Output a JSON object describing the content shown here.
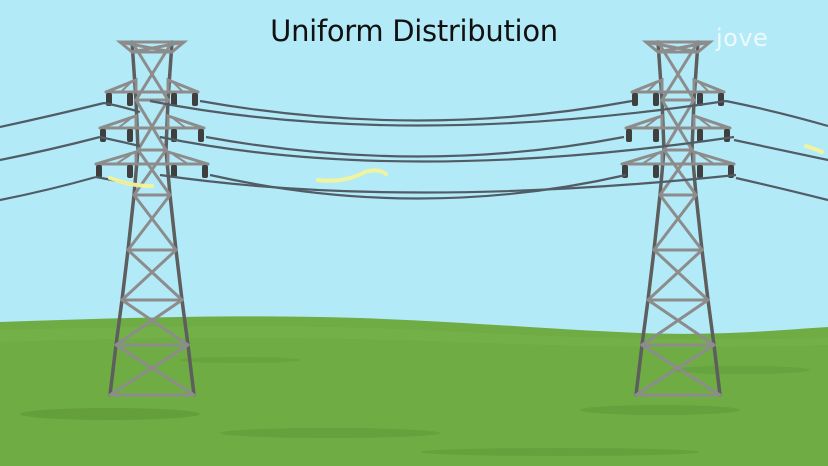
{
  "title": "Uniform Distribution",
  "logo_text": "jove",
  "colors": {
    "sky": "#b3eaf7",
    "grass": "#6fac44",
    "grass_dark": "#5f9a37",
    "tower_steel": "#8c8c8c",
    "tower_edge": "#5e5e5e",
    "wire": "#515c66",
    "insulator": "#3f3f3f",
    "current_glow": "#f6f39a"
  },
  "icons": {
    "left_tower": "transmission-tower",
    "right_tower": "transmission-tower",
    "current": "electric-current-glow"
  }
}
